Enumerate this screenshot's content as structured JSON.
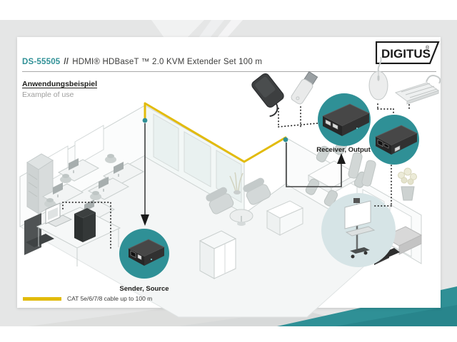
{
  "brand": {
    "name": "DIGITUS",
    "registered": "®"
  },
  "header": {
    "product_code": "DS-55505",
    "separator": "//",
    "title": "HDMI® HDBaseT ™ 2.0 KVM Extender Set 100 m"
  },
  "section": {
    "heading": "Anwendungsbeispiel",
    "subheading": "Example of use"
  },
  "diagram": {
    "labels": {
      "receiver": "Receiver, Output",
      "sender": "Sender, Source"
    },
    "legend": {
      "cable": "CAT 5e/6/7/8 cable up to 100 m"
    },
    "icons": [
      "external-hdd-icon",
      "usb-stick-icon",
      "mouse-icon",
      "keyboard-icon",
      "kvm-receiver-front-unit",
      "kvm-receiver-rear-unit",
      "kvm-sender-unit",
      "laptop-icon",
      "pc-tower-icon",
      "presentation-display-icon",
      "office-floorplan-illustration"
    ],
    "colors": {
      "accent_teal": "#2F8F96",
      "accent_teal_dark": "#28858C",
      "cable_yellow": "#E2BB0B",
      "text_dark": "#3C3C3B",
      "text_gray": "#9D9D9C",
      "slide_gray": "#E5E6E6"
    }
  }
}
